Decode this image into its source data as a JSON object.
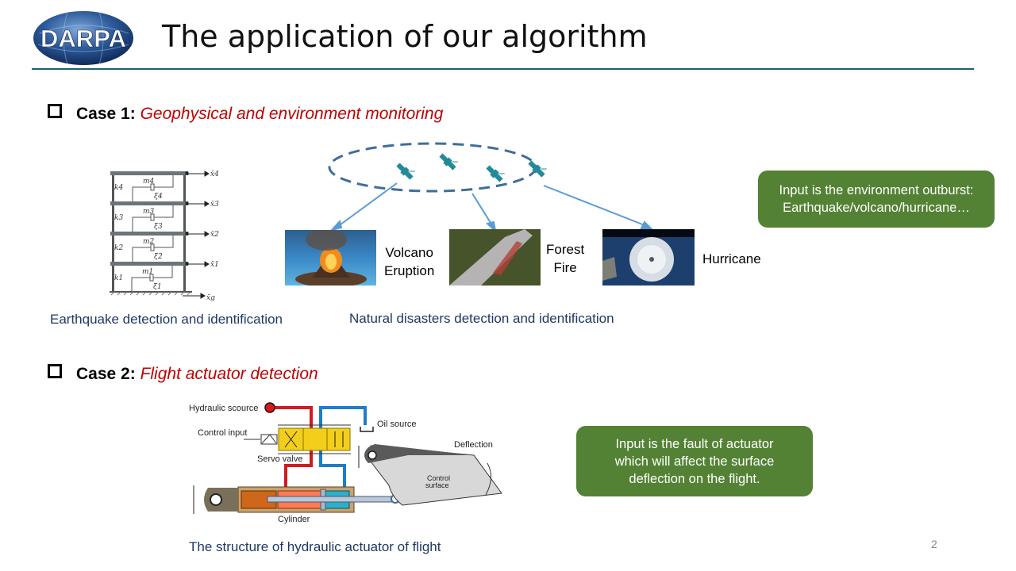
{
  "slide": {
    "title": "The application of our algorithm",
    "logo_text": "DARPA",
    "page_number": "2"
  },
  "case1": {
    "label": "Case 1:",
    "topic": "Geophysical and environment monitoring",
    "building_diagram": {
      "stiffness_labels": [
        "k4",
        "k3",
        "k2",
        "k1"
      ],
      "mass_labels": [
        "m4",
        "m3",
        "m2",
        "m1"
      ],
      "damping_labels": [
        "ξ4",
        "ξ3",
        "ξ2",
        "ξ1"
      ],
      "accel_labels": [
        "ẍ4",
        "ẍ3",
        "ẍ2",
        "ẍ1"
      ],
      "ground_label": "ẍg"
    },
    "earthquake_caption": "Earthquake detection and identification",
    "disasters": [
      {
        "label_line1": "Volcano",
        "label_line2": "Eruption",
        "icon": "volcano-photo"
      },
      {
        "label_line1": "Forest",
        "label_line2": "Fire",
        "icon": "forest-fire-photo"
      },
      {
        "label_line1": "Hurricane",
        "label_line2": "",
        "icon": "hurricane-photo"
      }
    ],
    "disasters_caption": "Natural disasters detection and identification",
    "callout_line1": "Input is the environment outburst:",
    "callout_line2": "Earthquake/volcano/hurricane…"
  },
  "case2": {
    "label": "Case 2:",
    "topic": "Flight actuator detection",
    "diagram_labels": {
      "hydraulic_source": "Hydraulic scource",
      "oil_source": "Oil source",
      "control_input": "Control input",
      "servo_valve": "Servo valve",
      "deflection": "Deflection",
      "control_surface_line1": "Control",
      "control_surface_line2": "surface",
      "cylinder": "Cylinder"
    },
    "caption": "The structure of hydraulic actuator of flight",
    "callout_line1": "Input is the fault of actuator",
    "callout_line2": "which will affect the surface",
    "callout_line3": "deflection on the flight."
  },
  "colors": {
    "accent_red": "#c00000",
    "callout_green": "#548235",
    "caption_blue": "#1f3864",
    "rule_teal": "#1f6072",
    "satellite_teal": "#238a99"
  }
}
